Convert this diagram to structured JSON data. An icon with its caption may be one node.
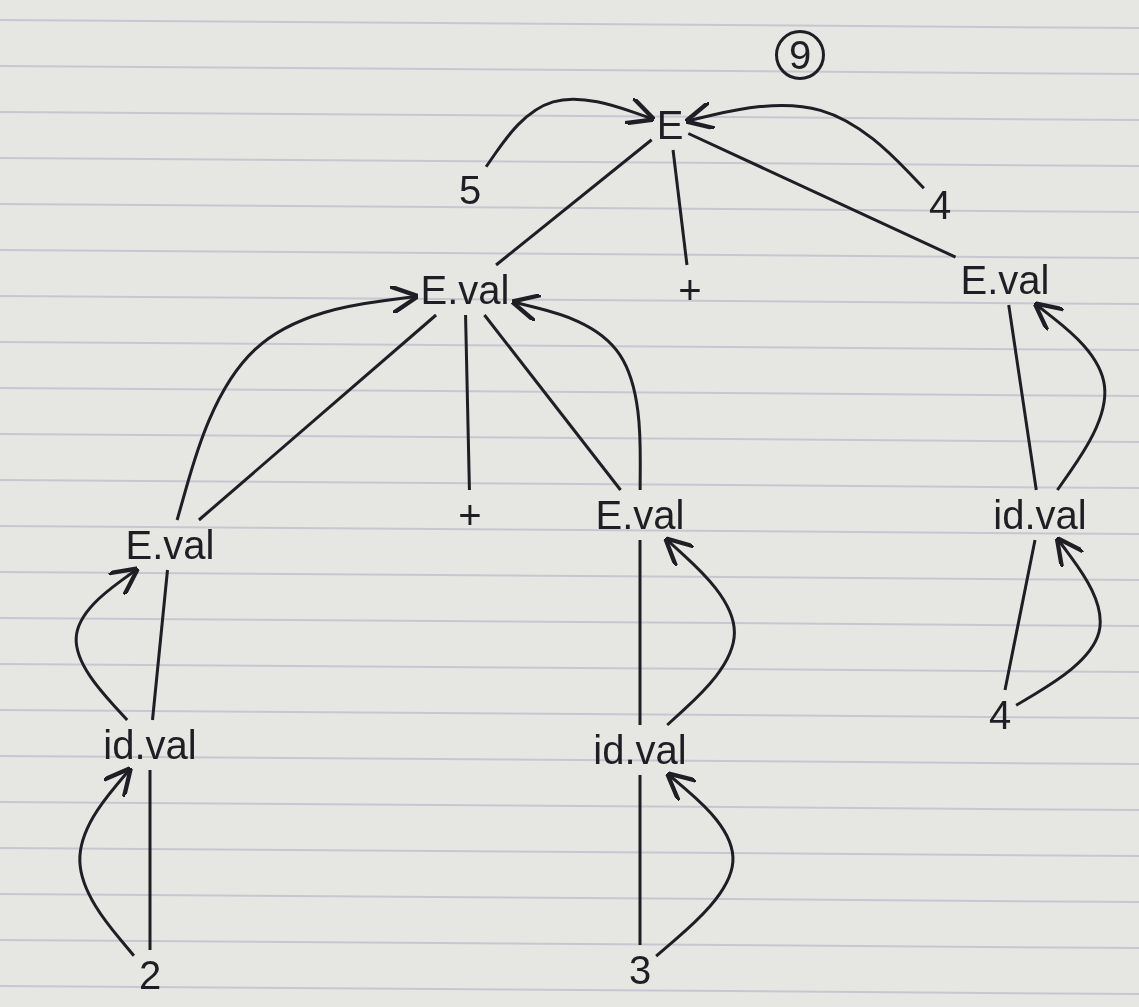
{
  "diagram": {
    "nodes": [
      {
        "text": [
          "E"
        ]
      },
      {
        "text": [
          "9"
        ]
      },
      {
        "text": [
          "5"
        ]
      },
      {
        "text": [
          "E.val"
        ]
      },
      {
        "text": [
          "+"
        ]
      },
      {
        "text": [
          "E.val"
        ]
      },
      {
        "text": [
          "4"
        ]
      },
      {
        "text": [
          "E.val"
        ]
      },
      {
        "text": [
          "+"
        ]
      },
      {
        "text": [
          "E.val"
        ]
      },
      {
        "text": [
          "id.val"
        ]
      },
      {
        "text": [
          "id.val"
        ]
      },
      {
        "text": [
          "id.val"
        ]
      },
      {
        "text": [
          "4"
        ]
      },
      {
        "text": [
          "2"
        ]
      },
      {
        "text": [
          "3"
        ]
      }
    ],
    "edges": [
      {
        "from": 0,
        "to": 3,
        "arrow": "none"
      },
      {
        "from": 0,
        "to": 4,
        "arrow": "none"
      },
      {
        "from": 0,
        "to": 5,
        "arrow": "none"
      },
      {
        "from": 3,
        "to": 7,
        "arrow": "none"
      },
      {
        "from": 3,
        "to": 8,
        "arrow": "none"
      },
      {
        "from": 3,
        "to": 9,
        "arrow": "none"
      },
      {
        "from": 5,
        "to": 10,
        "arrow": "none"
      },
      {
        "from": 7,
        "to": 11,
        "arrow": "none"
      },
      {
        "from": 9,
        "to": 12,
        "arrow": "none"
      },
      {
        "from": 10,
        "to": 13,
        "arrow": "none"
      },
      {
        "from": 11,
        "to": 14,
        "arrow": "none"
      },
      {
        "from": 12,
        "to": 15,
        "arrow": "none"
      },
      {
        "from": 2,
        "to": 0,
        "arrow": "to"
      },
      {
        "from": 6,
        "to": 0,
        "arrow": "to"
      },
      {
        "from": 7,
        "to": 3,
        "arrow": "to"
      },
      {
        "from": 9,
        "to": 3,
        "arrow": "to"
      },
      {
        "from": 10,
        "to": 5,
        "arrow": "to"
      },
      {
        "from": 11,
        "to": 7,
        "arrow": "to"
      },
      {
        "from": 14,
        "to": 11,
        "arrow": "to"
      },
      {
        "from": 12,
        "to": 9,
        "arrow": "to"
      },
      {
        "from": 15,
        "to": 12,
        "arrow": "to"
      },
      {
        "from": 13,
        "to": 10,
        "arrow": "to"
      }
    ]
  }
}
